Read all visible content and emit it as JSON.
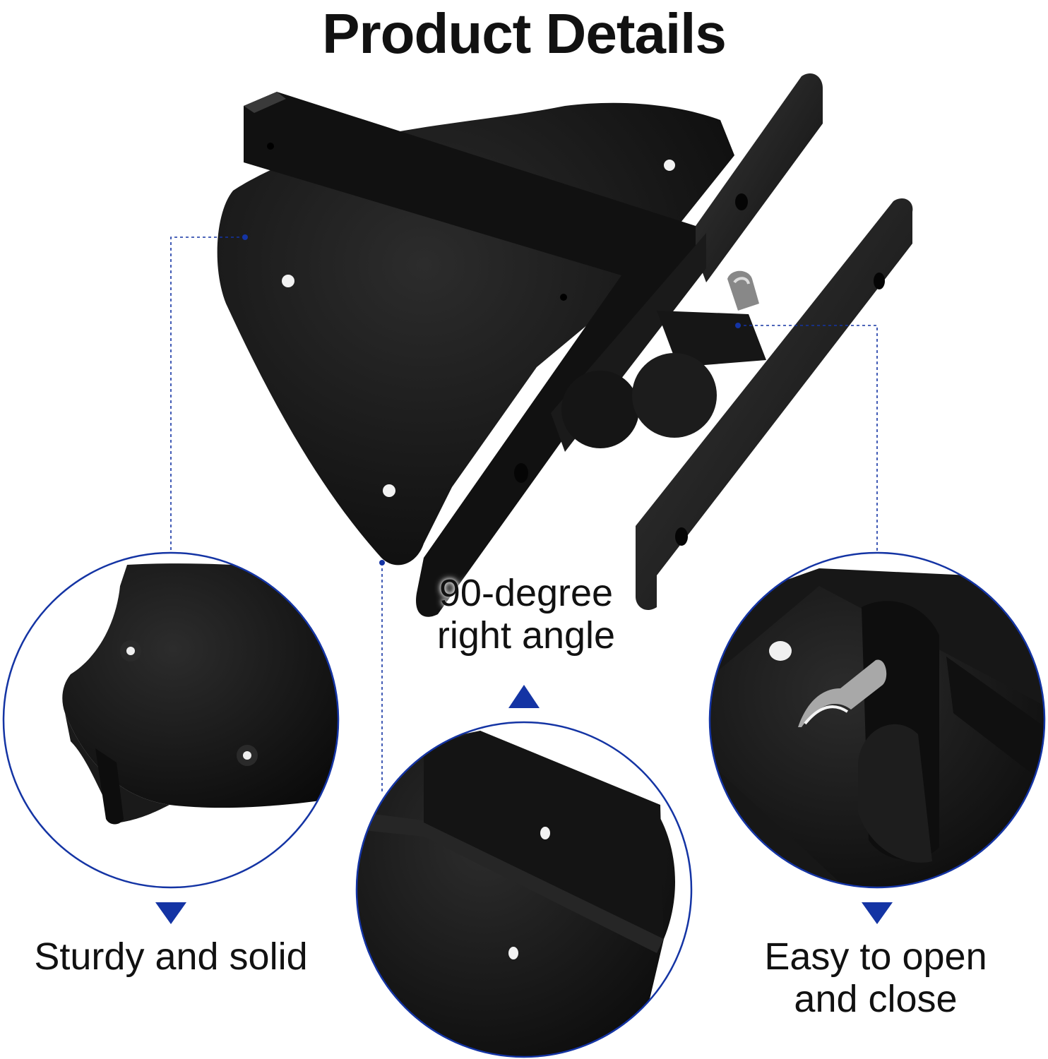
{
  "title": "Product Details",
  "colors": {
    "accent": "#1434a4",
    "metal": "#141414",
    "text": "#111111"
  },
  "callouts": {
    "left": "Sturdy and solid",
    "center": "90-degree right angle",
    "center_line1": "90-degree",
    "center_line2": "right angle",
    "right": "Easy to open and close",
    "right_line1": "Easy to open",
    "right_line2": "and close"
  }
}
